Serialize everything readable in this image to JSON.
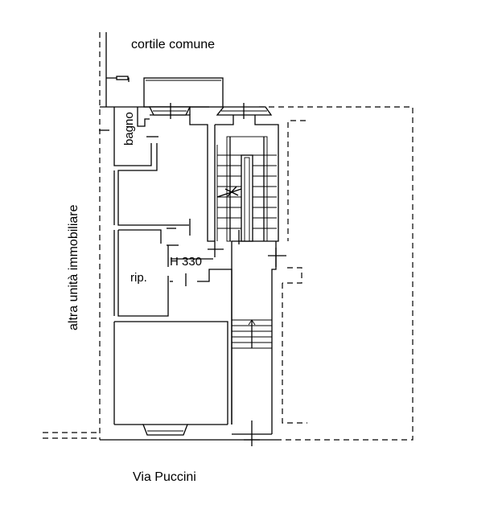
{
  "labels": {
    "courtyard": "cortile  comune",
    "street": "Via Puccini",
    "neighbor": "altra unità immobiliare",
    "bathroom": "bagno",
    "storage": "rip.",
    "height": "H 330"
  }
}
